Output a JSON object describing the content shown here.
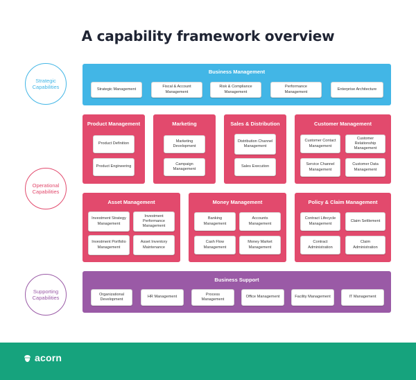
{
  "title": "A capability framework overview",
  "colors": {
    "strategic": "#42b6e6",
    "operational": "#e24a6d",
    "supporting": "#9a5aa6",
    "footer": "#16a37d"
  },
  "layers": {
    "strategic": "Strategic Capabilities",
    "operational": "Operational Capabilities",
    "supporting": "Supporting Capabilities"
  },
  "business_management": {
    "title": "Business Management",
    "items": [
      "Strategic Management",
      "Fiscal & Account Management",
      "Risk & Compliance Management",
      "Performance Management",
      "Enterprise Architecture"
    ]
  },
  "product_management": {
    "title": "Product Management",
    "items": [
      "Product Definition",
      "Product Engineering"
    ]
  },
  "marketing": {
    "title": "Marketing",
    "items": [
      "Marketing Development",
      "Campaign Management"
    ]
  },
  "sales_distribution": {
    "title": "Sales & Distribution",
    "items": [
      "Distribution Channel Management",
      "Sales Execution"
    ]
  },
  "customer_management": {
    "title": "Customer Management",
    "items": [
      "Customer Contact Management",
      "Customer Relationship Management",
      "Service Channel Management",
      "Customer Data Management"
    ]
  },
  "asset_management": {
    "title": "Asset Management",
    "items": [
      "Investment Strategy Management",
      "Investment Performance Management",
      "Investment Portfolio Management",
      "Asset Inventory Maintenance"
    ]
  },
  "money_management": {
    "title": "Money Management",
    "items": [
      "Banking Management",
      "Accounts Management",
      "Cash Flow Management",
      "Money Market Management"
    ]
  },
  "policy_claim": {
    "title": "Policy & Claim Management",
    "items": [
      "Contract Lifecycle Management",
      "Claim Settlement",
      "Contract Administration",
      "Claim Administration"
    ]
  },
  "business_support": {
    "title": "Business Support",
    "items": [
      "Organizational Development",
      "HR Management",
      "Process Management",
      "Office Management",
      "Facility Management",
      "IT Management"
    ]
  },
  "footer": {
    "logo_text": "acorn",
    "logo_icon": "acorn-icon"
  }
}
